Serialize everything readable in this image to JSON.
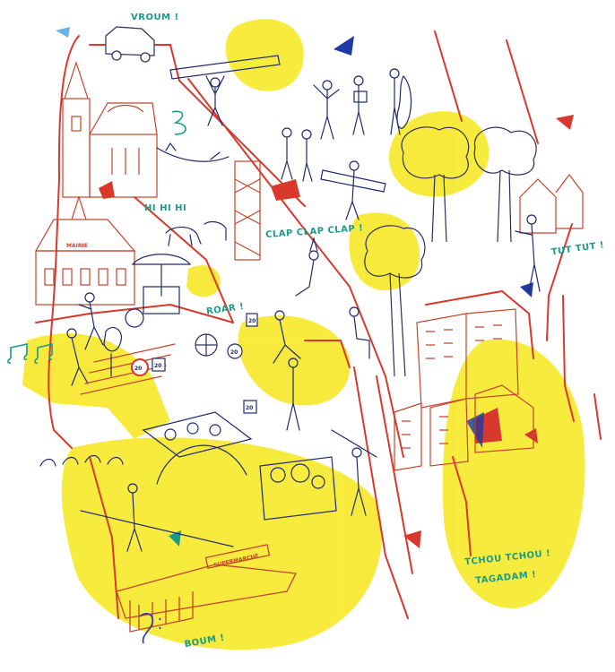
{
  "sounds": {
    "vroum": "VROUM !",
    "hihihi": "HI HI HI",
    "clap": "CLAP CLAP CLAP !",
    "tuttut": "TUT TUT !",
    "roar": "ROAR !",
    "tchou1": "TCHOU TCHOU !",
    "tchou2": "TAGADAM !",
    "boum": "BOUM !"
  },
  "signs": {
    "mairie": "MAIRIE",
    "supermarche": "SUPERMARCHÉ",
    "speed20a": "20",
    "speed20b": "20",
    "speed20c": "20",
    "speed20d": "20",
    "speed20e": "20"
  },
  "colors": {
    "yellow": "#f6e71c",
    "red": "#d8392c",
    "blue": "#1f2a6e",
    "teal": "#1a9b8a",
    "ink": "#2b2f5c"
  }
}
